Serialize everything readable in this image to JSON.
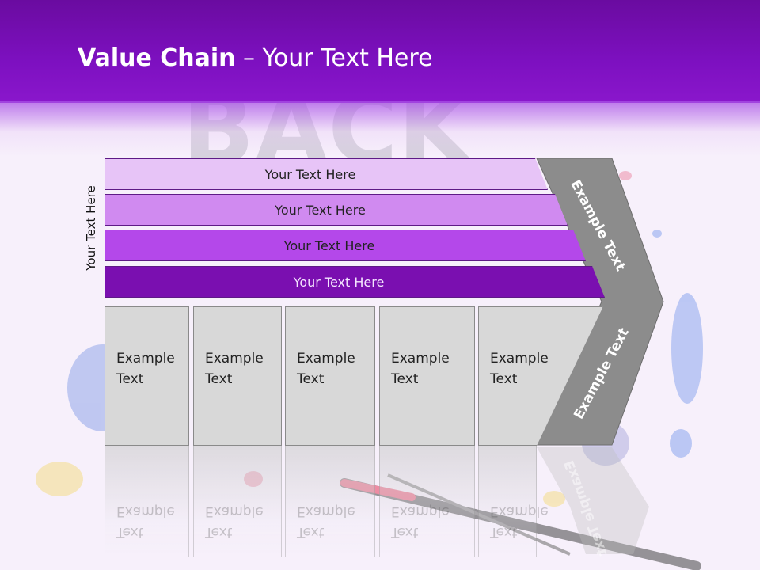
{
  "header": {
    "title_bold": "Value Chain",
    "title_rest": " – Your Text Here"
  },
  "bands": [
    {
      "label": "Your Text Here",
      "color": "#e7c4f7"
    },
    {
      "label": "Your Text Here",
      "color": "#d08af0"
    },
    {
      "label": "Your Text Here",
      "color": "#b448ea"
    },
    {
      "label": "Your Text Here",
      "color": "#7a0fb0"
    }
  ],
  "side_label": "Your Text Here",
  "boxes": [
    {
      "line1": "Example",
      "line2": "Text"
    },
    {
      "line1": "Example",
      "line2": "Text"
    },
    {
      "line1": "Example",
      "line2": "Text"
    },
    {
      "line1": "Example",
      "line2": "Text"
    },
    {
      "line1": "Example",
      "line2": "Text"
    }
  ],
  "chevron": {
    "top_label": "Example Text",
    "bottom_label": "Example Text",
    "color": "#8c8c8c"
  }
}
